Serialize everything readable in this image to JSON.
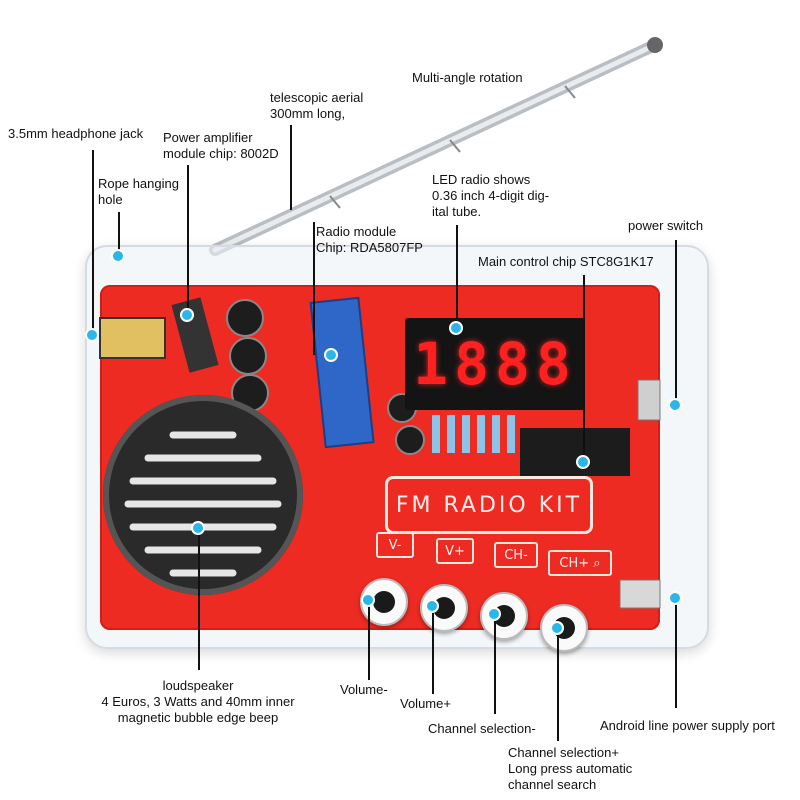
{
  "device": {
    "display_digits": "1888",
    "title_plate": "FM RADIO KIT",
    "buttons": [
      "V-",
      "V+",
      "CH-",
      "CH+ ⌕"
    ]
  },
  "callouts": {
    "multi_angle": "Multi-angle rotation",
    "aerial": "telescopic aerial\n300mm long,",
    "headphone": "3.5mm headphone jack",
    "amp_chip": "Power amplifier\nmodule chip: 8002D",
    "rope_hole": "Rope hanging\nhole",
    "led_display": "LED radio shows\n0.36 inch 4-digit dig-\nital tube.",
    "radio_module": "Radio module\nChip: RDA5807FP",
    "power_switch": "power switch",
    "mcu": "Main control chip STC8G1K17",
    "loudspeaker": "loudspeaker\n4 Euros, 3 Watts and 40mm inner\nmagnetic bubble edge beep",
    "volume_minus": "Volume-",
    "volume_plus": "Volume+",
    "channel_minus": "Channel selection-",
    "channel_plus": "Channel selection+\nLong press automatic\nchannel search",
    "android_port": "Android line power supply port"
  },
  "colors": {
    "pcb": "#ee2b22",
    "marker": "#29b6e8",
    "display_digits": "#ff2020"
  }
}
